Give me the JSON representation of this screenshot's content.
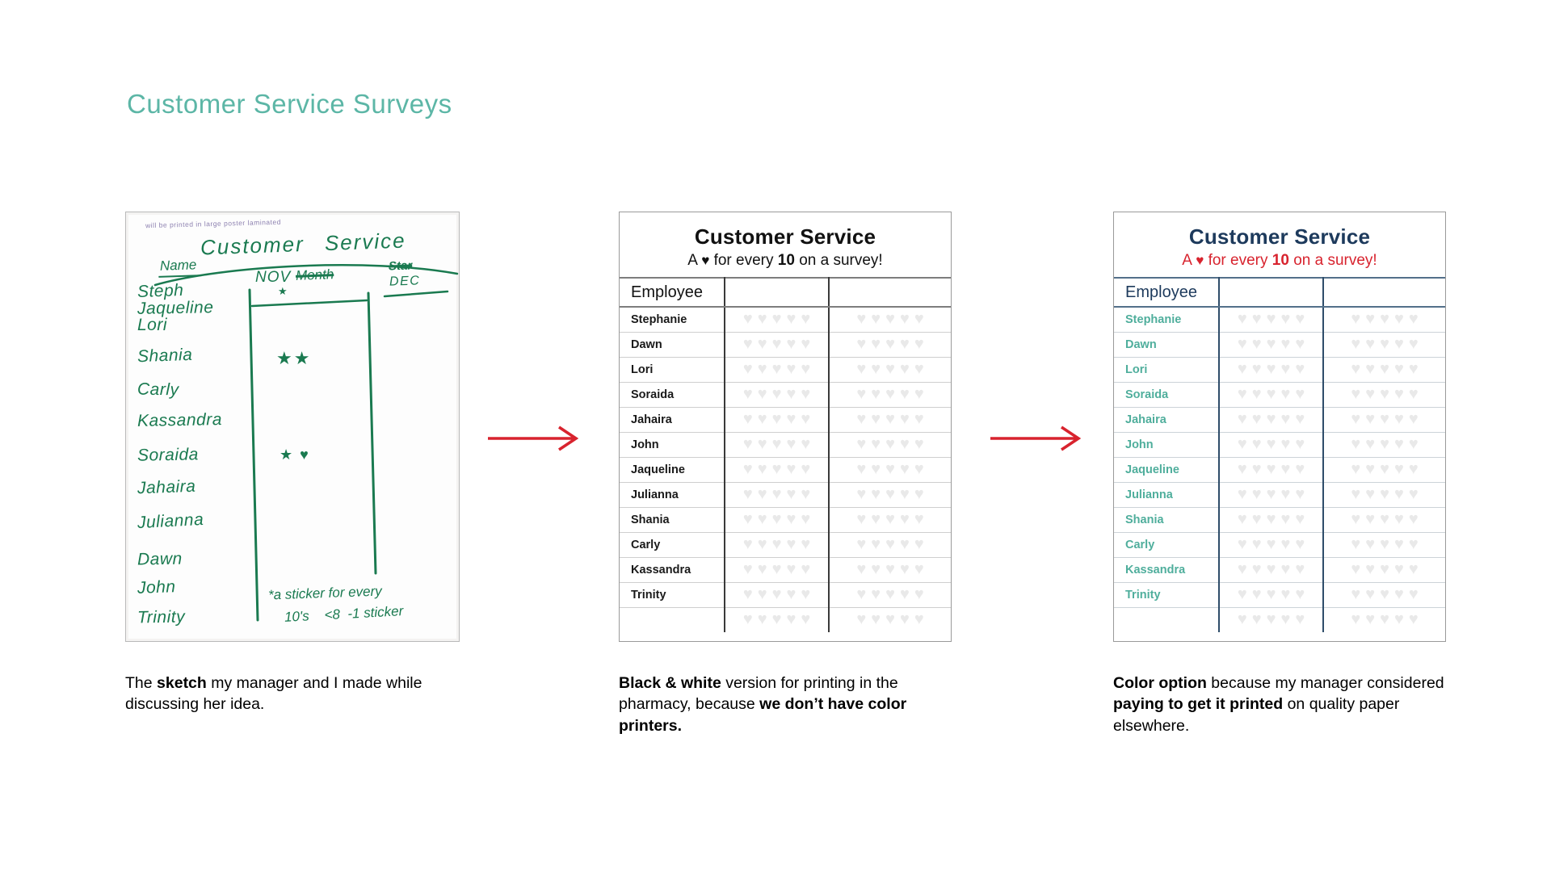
{
  "page": {
    "title": "Customer Service Surveys"
  },
  "colors": {
    "accent_teal": "#5cb6a6",
    "sketch_ink": "#1a7a50",
    "navy": "#1d3a5c",
    "red": "#d8232e",
    "heart_gray": "#e9e9e9"
  },
  "sketch": {
    "pencil_note": "will be printed in large poster laminated",
    "title": "Customer Service",
    "name_header": "Name",
    "nov_header": "NOV",
    "month_crossed_out": "Month",
    "star_crossed_out": "Star",
    "dec_header": "DEC",
    "names": [
      "Steph",
      "Jaqueline",
      "Lori",
      "Shania",
      "Carly",
      "Kassandra",
      "Soraida",
      "Jahaira",
      "Julianna",
      "Dawn",
      "John",
      "Trinity"
    ],
    "marks": [
      {
        "row": 0,
        "symbols": "★"
      },
      {
        "row": 3,
        "symbols": "★★"
      },
      {
        "row": 6,
        "symbols": "★ ♥"
      }
    ],
    "footnote_line1": "*a sticker for every",
    "footnote_line2": "10's    <8  -1 sticker",
    "caption": {
      "t1": "The ",
      "b1": "sketch",
      "t2": " my manager and I made while discussing her idea."
    }
  },
  "survey_chart": {
    "title": "Customer Service",
    "subtitle": {
      "a": "A ",
      "heart": "♥",
      "b": " for every ",
      "num": "10",
      "c": " on a survey!"
    },
    "employee_header": "Employee",
    "employees": [
      "Stephanie",
      "Dawn",
      "Lori",
      "Soraida",
      "Jahaira",
      "John",
      "Jaqueline",
      "Julianna",
      "Shania",
      "Carly",
      "Kassandra",
      "Trinity"
    ],
    "hearts_per_cell": 5,
    "heart_columns": 2,
    "heart_glyph": "♥",
    "has_blank_bottom_row": true
  },
  "bw_caption": {
    "b1": "Black & white",
    "t1": " version for printing in the pharmacy, because ",
    "b2": "we don’t have color printers."
  },
  "color_caption": {
    "b1": "Color option",
    "t1": " because my manager considered ",
    "b2": "paying to get it printed",
    "t2": " on quality paper elsewhere."
  }
}
